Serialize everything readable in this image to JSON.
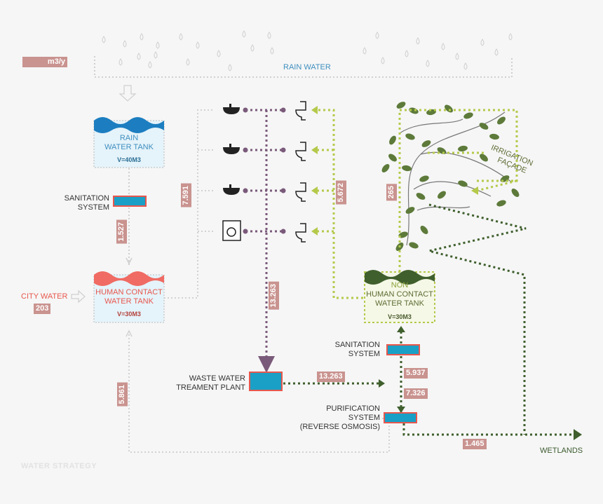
{
  "legend": {
    "unit": "m3/y"
  },
  "rain": {
    "label": "RAIN WATER"
  },
  "rain_tank": {
    "line1": "RAIN",
    "line2": "WATER TANK",
    "volume": "V=40m3"
  },
  "sanitation_1": {
    "line1": "SANITATION",
    "line2": "SYSTEM"
  },
  "human_tank": {
    "line1": "HUMAN CONTACT",
    "line2": "WATER TANK",
    "volume": "V=30m3"
  },
  "city_water": {
    "label": "CITY WATER",
    "value": "203"
  },
  "non_human_tank": {
    "line1": "NON",
    "line2": "HUMAN CONTACT",
    "line3": "WATER TANK",
    "volume": "V=30m3"
  },
  "sanitation_2": {
    "line1": "SANITATION",
    "line2": "SYSTEM"
  },
  "purification": {
    "line1": "PURIFICATION",
    "line2": "SYSTEM",
    "line3": "(REVERSE OSMOSIS)"
  },
  "waste_plant": {
    "line1": "WASTE WATER",
    "line2": "TREAMENT PLANT"
  },
  "irrigation": {
    "line1": "IRRIGATION",
    "line2": "FAÇADE"
  },
  "wetlands": {
    "label": "WETLANDS"
  },
  "flows": {
    "rain_to_sanitation": "1.527",
    "to_sinks": "7.591",
    "to_toilets": "5.672",
    "to_facade": "265",
    "waste_down": "13.263",
    "waste_to_plant_out": "13.263",
    "sanitation_to_tank": "5.937",
    "plant_to_purification": "7.326",
    "return_to_human": "5.861",
    "to_wetlands": "1.465"
  },
  "footer": {
    "label": "WATER STRATEGY"
  },
  "colors": {
    "rain": "#3e8fbf",
    "city": "#e8574d",
    "grey_water": "#b5c94a",
    "dark_water": "#3f5f2d",
    "black_water": "#7a5a7a",
    "badge": "#c9938f",
    "box": "#1aa0c6"
  }
}
